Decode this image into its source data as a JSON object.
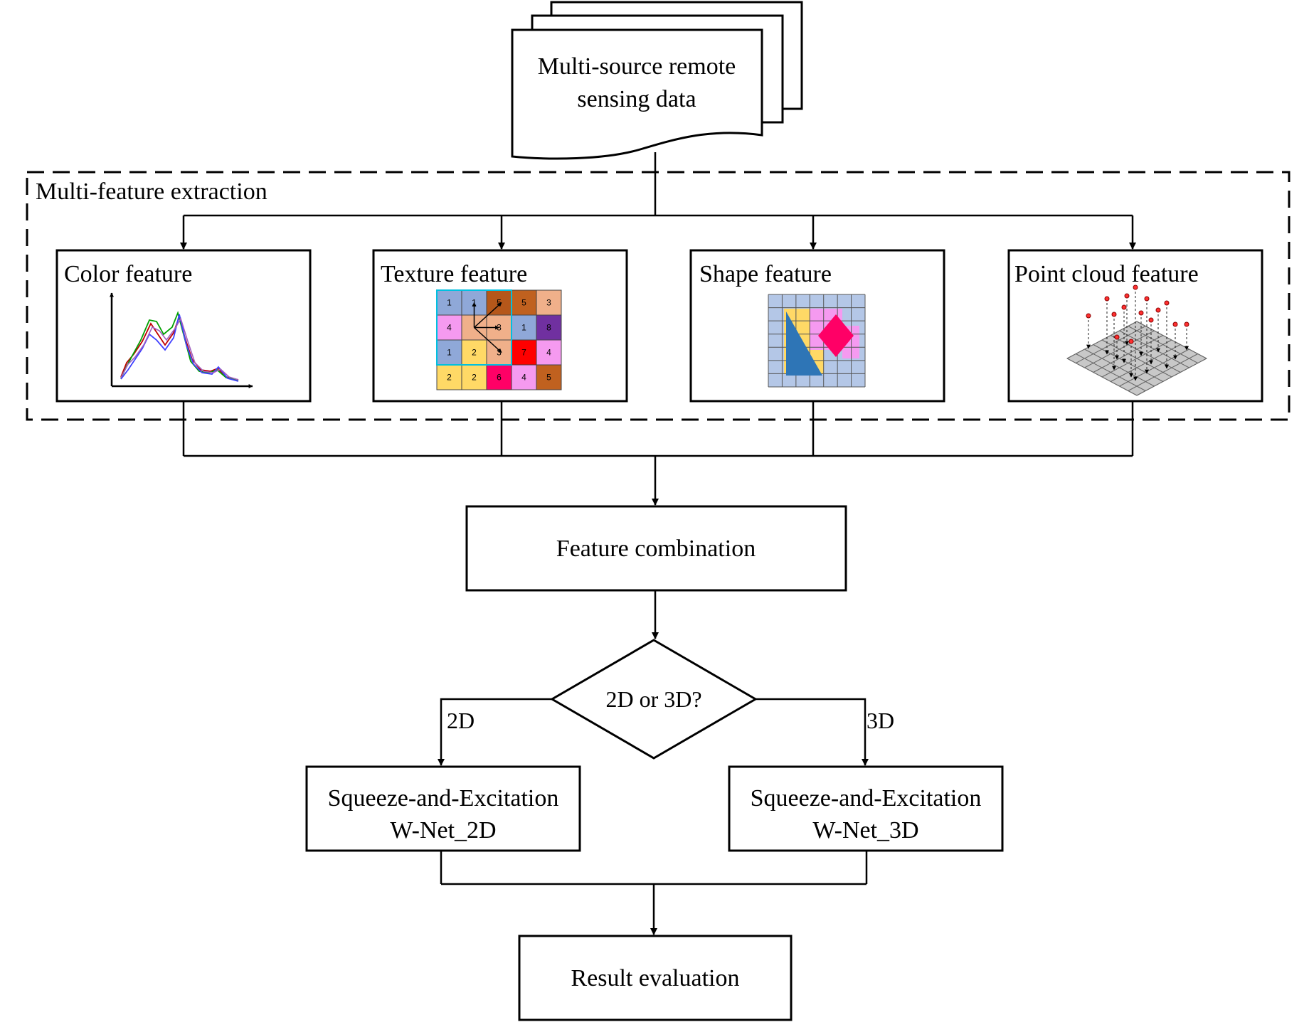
{
  "source": {
    "line1": "Multi-source remote",
    "line2": "sensing data"
  },
  "group": {
    "label": "Multi-feature extraction"
  },
  "features": [
    {
      "label": "Color feature"
    },
    {
      "label": "Texture feature"
    },
    {
      "label": "Shape feature"
    },
    {
      "label": "Point cloud feature"
    }
  ],
  "combination": {
    "label": "Feature combination"
  },
  "decision": {
    "label": "2D or 3D?",
    "left_branch": "2D",
    "right_branch": "3D"
  },
  "net_2d": {
    "line1": "Squeeze-and-Excitation",
    "line2": "W-Net_2D"
  },
  "net_3d": {
    "line1": "Squeeze-and-Excitation",
    "line2": "W-Net_3D"
  },
  "result": {
    "label": "Result evaluation"
  },
  "texture_grid": {
    "values": [
      [
        "1",
        "1",
        "5",
        "5",
        "3"
      ],
      [
        "4",
        "",
        "3",
        "1",
        "8"
      ],
      [
        "1",
        "2",
        "3",
        "7",
        "4"
      ],
      [
        "2",
        "2",
        "6",
        "4",
        "5"
      ]
    ],
    "colors": [
      [
        "#8fa8d8",
        "#8fa8d8",
        "#b5571a",
        "#c0611f",
        "#f0b08a"
      ],
      [
        "#f59af0",
        "#f0b08a",
        "#f0b08a",
        "#8fa8d8",
        "#7030a0"
      ],
      [
        "#8fa8d8",
        "#ffd966",
        "#f0b08a",
        "#ff0000",
        "#f59af0"
      ],
      [
        "#ffd966",
        "#ffd966",
        "#ff0066",
        "#f59af0",
        "#c0611f"
      ]
    ]
  },
  "colors": {
    "triangle": "#2e75b6",
    "diamond": "#ff0066",
    "shape_grid_bg": "#b4c7e7",
    "shape_highlight_yellow": "#ffd966",
    "shape_highlight_pink": "#f59af0",
    "curve_red": "#c00000",
    "curve_green": "#00a000",
    "curve_blue": "#4040ff",
    "curve_purple": "#a060c0"
  }
}
